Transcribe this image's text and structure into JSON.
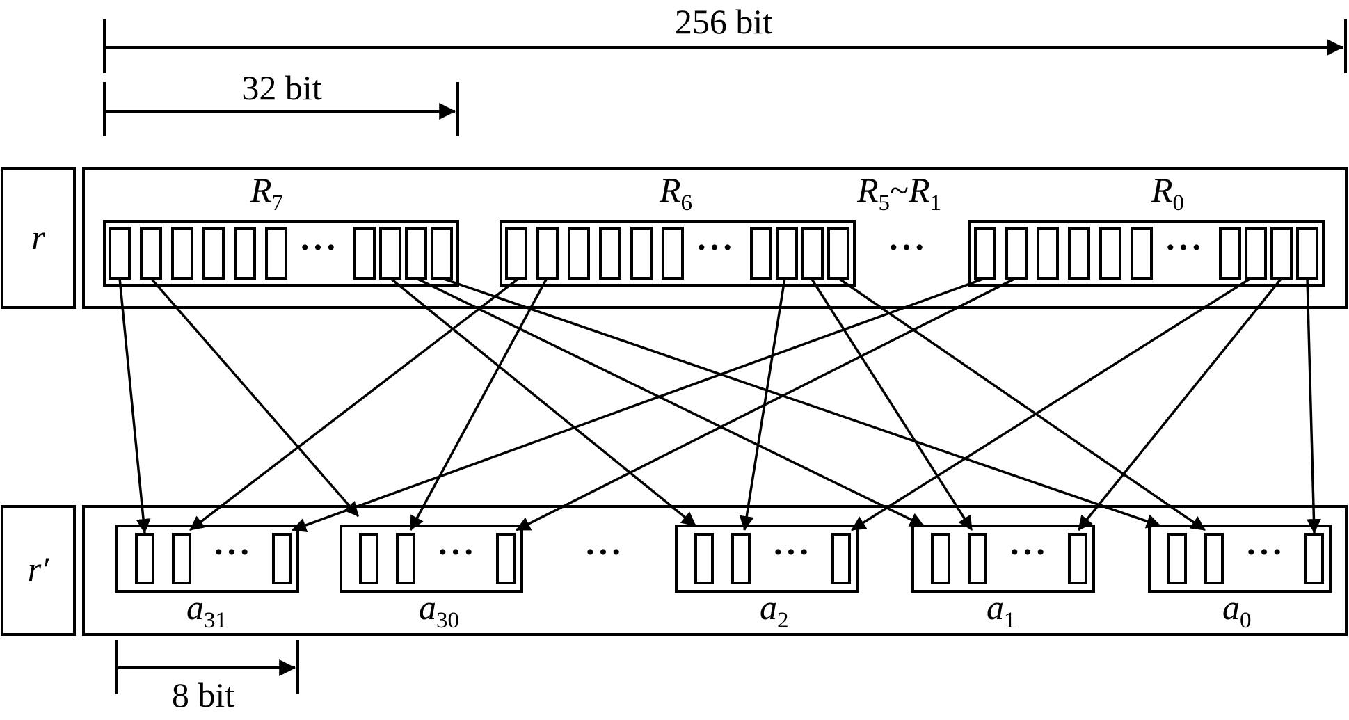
{
  "dimensions": {
    "total_width": "256 bit",
    "register_width": "32 bit",
    "byte_width": "8 bit"
  },
  "rows": {
    "input": {
      "label": "r"
    },
    "output": {
      "label": "r′"
    }
  },
  "registers": [
    {
      "base": "R",
      "sub": "7",
      "sep": "",
      "base2": "",
      "sub2": ""
    },
    {
      "base": "R",
      "sub": "6",
      "sep": "",
      "base2": "",
      "sub2": ""
    },
    {
      "base": "R",
      "sub": "5",
      "sep": "~",
      "base2": "R",
      "sub2": "1"
    },
    {
      "base": "R",
      "sub": "0",
      "sep": "",
      "base2": "",
      "sub2": ""
    }
  ],
  "bytes": [
    {
      "base": "a",
      "sub": "31"
    },
    {
      "base": "a",
      "sub": "30"
    },
    {
      "base": "a",
      "sub": "2"
    },
    {
      "base": "a",
      "sub": "1"
    },
    {
      "base": "a",
      "sub": "0"
    }
  ],
  "ellipsis": "···"
}
